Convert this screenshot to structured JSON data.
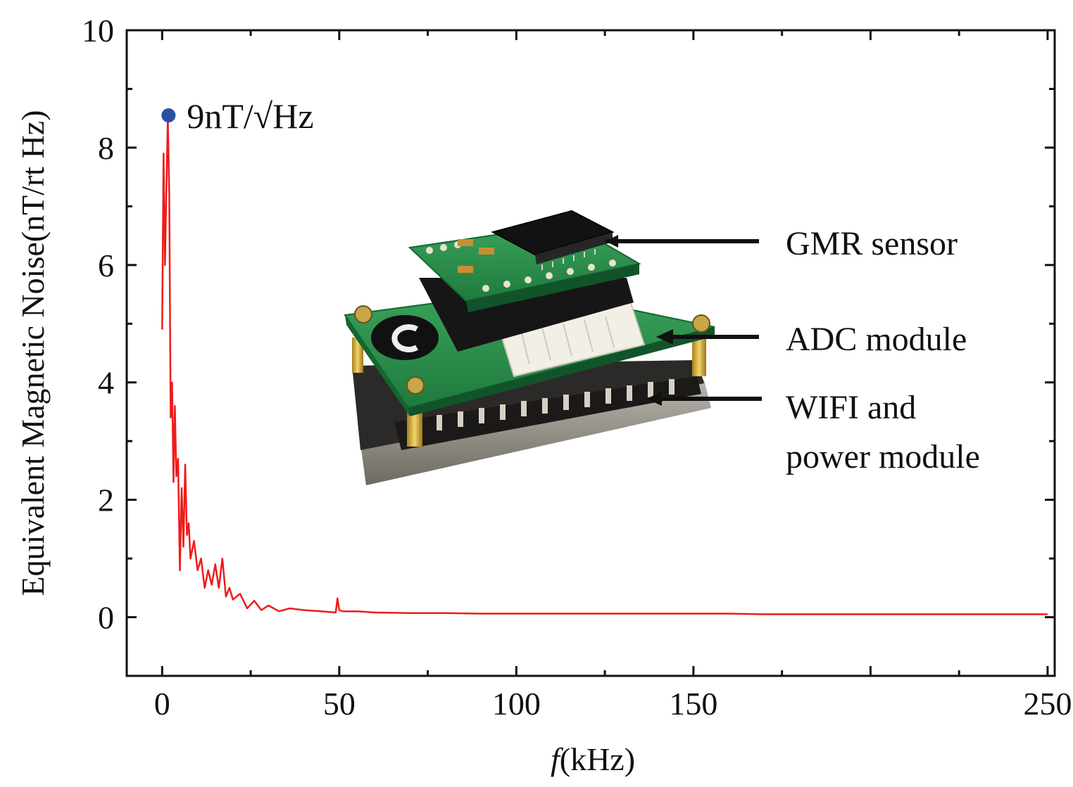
{
  "chart_data": {
    "type": "line",
    "title": "",
    "xlabel": {
      "italic": "f",
      "rest": "(kHz)"
    },
    "ylabel": "Equivalent Magnetic Noise(nT/rt Hz)",
    "xlim": [
      -10,
      252
    ],
    "ylim": [
      -1,
      10
    ],
    "x_ticks": [
      0,
      50,
      100,
      150,
      200,
      250
    ],
    "x_tick_labels": [
      "0",
      "50",
      "100",
      "150",
      "",
      "250"
    ],
    "y_ticks": [
      0,
      2,
      4,
      6,
      8,
      10
    ],
    "y_tick_labels": [
      "0",
      "2",
      "4",
      "6",
      "8",
      "10"
    ],
    "grid": false,
    "series": [
      {
        "color": "#ee1c1c",
        "x": [
          0,
          0.4,
          0.8,
          1.2,
          1.6,
          2.0,
          2.4,
          2.8,
          3.2,
          3.6,
          4.0,
          4.5,
          5.0,
          5.5,
          6.0,
          6.5,
          7.0,
          7.5,
          8.0,
          9.0,
          10,
          11,
          12,
          13,
          14,
          15,
          16,
          17,
          18,
          19,
          20,
          22,
          24,
          26,
          28,
          30,
          33,
          36,
          40,
          45,
          49,
          49.5,
          50,
          51,
          55,
          60,
          70,
          80,
          90,
          100,
          110,
          120,
          130,
          140,
          150,
          160,
          170,
          180,
          190,
          200,
          210,
          220,
          230,
          240,
          250
        ],
        "y": [
          4.9,
          7.9,
          6.0,
          7.3,
          8.5,
          7.2,
          3.4,
          4.0,
          2.3,
          3.6,
          2.4,
          2.7,
          0.8,
          2.2,
          1.2,
          2.6,
          1.4,
          1.6,
          1.0,
          1.3,
          0.8,
          1.0,
          0.5,
          0.8,
          0.55,
          0.9,
          0.5,
          1.0,
          0.35,
          0.5,
          0.3,
          0.4,
          0.15,
          0.28,
          0.12,
          0.2,
          0.1,
          0.15,
          0.12,
          0.1,
          0.08,
          0.32,
          0.12,
          0.1,
          0.1,
          0.08,
          0.07,
          0.07,
          0.06,
          0.06,
          0.06,
          0.06,
          0.06,
          0.06,
          0.06,
          0.06,
          0.05,
          0.05,
          0.05,
          0.05,
          0.05,
          0.05,
          0.05,
          0.05,
          0.05
        ]
      }
    ],
    "peak_marker": {
      "x": 1.8,
      "y": 8.55,
      "color": "#2a4ea0",
      "label": "9nT/√Hz"
    },
    "inset_annotations": [
      "GMR sensor",
      "ADC module",
      "WIFI and",
      "power module"
    ]
  }
}
